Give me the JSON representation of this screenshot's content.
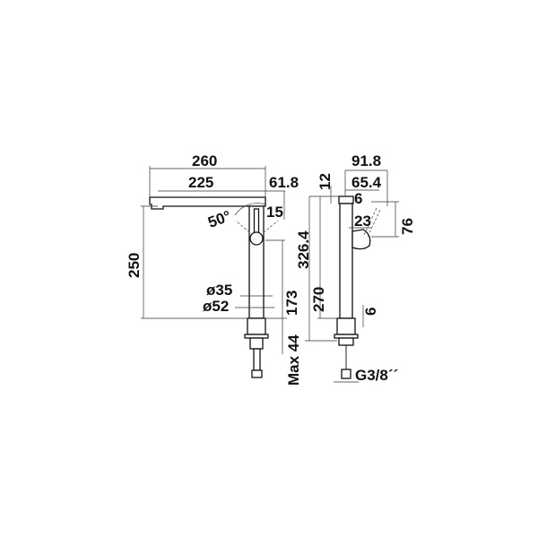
{
  "front_view": {
    "dim_total_reach": "260",
    "dim_spout_reach": "225",
    "dim_head_offset": "61.8",
    "dim_swivel_angle": "50°",
    "dim_lever_angle": "15",
    "dim_spout_height": "250",
    "dim_lever_height": "173",
    "dim_body_diameter": "ø35",
    "dim_base_diameter": "ø52",
    "dim_max_deck": "Max 44"
  },
  "side_view": {
    "dim_lever_total": "91.8",
    "dim_lever_depth": "65.4",
    "dim_lever_gap": "6",
    "dim_cap_height": "12",
    "dim_handle_offset": "23",
    "dim_lever_height": "76",
    "dim_overall_height": "326.4",
    "dim_body_height": "270",
    "dim_base_height": "6",
    "dim_thread": "G3/8´´"
  }
}
